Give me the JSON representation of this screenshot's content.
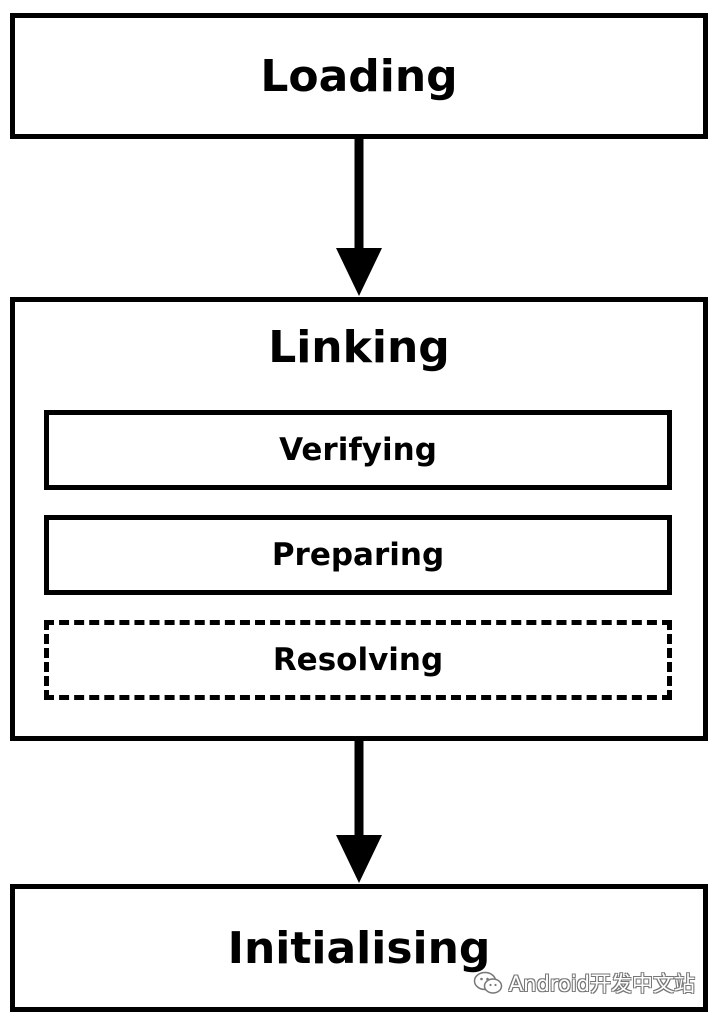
{
  "stages": {
    "loading": "Loading",
    "linking": {
      "title": "Linking",
      "steps": [
        {
          "label": "Verifying",
          "border": "solid"
        },
        {
          "label": "Preparing",
          "border": "solid"
        },
        {
          "label": "Resolving",
          "border": "dashed"
        }
      ]
    },
    "initialising": "Initialising"
  },
  "watermark": {
    "text": "Android开发中文站",
    "icon": "wechat-icon"
  },
  "colors": {
    "stroke": "#000000",
    "background": "#ffffff"
  }
}
